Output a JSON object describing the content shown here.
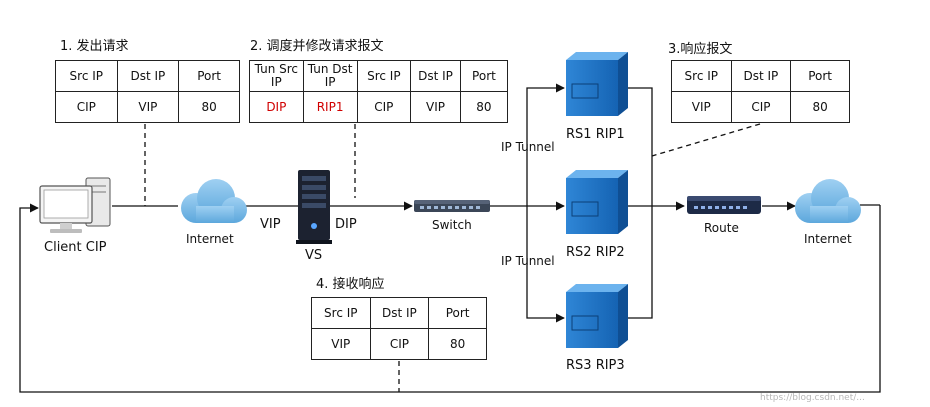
{
  "steps": {
    "s1": "1. 发出请求",
    "s2": "2. 调度并修改请求报文",
    "s3": "3.响应报文",
    "s4": "4. 接收响应"
  },
  "tables": {
    "t1": {
      "header": [
        "Src IP",
        "Dst IP",
        "Port"
      ],
      "row": [
        "CIP",
        "VIP",
        "80"
      ]
    },
    "t2": {
      "header": [
        "Tun Src IP",
        "Tun Dst IP",
        "Src IP",
        "Dst IP",
        "Port"
      ],
      "row": [
        "DIP",
        "RIP1",
        "CIP",
        "VIP",
        "80"
      ]
    },
    "t3": {
      "header": [
        "Src IP",
        "Dst IP",
        "Port"
      ],
      "row": [
        "VIP",
        "CIP",
        "80"
      ]
    },
    "t4": {
      "header": [
        "Src IP",
        "Dst IP",
        "Port"
      ],
      "row": [
        "VIP",
        "CIP",
        "80"
      ]
    }
  },
  "labels": {
    "client": "Client CIP",
    "internet_left": "Internet",
    "vip": "VIP",
    "dip": "DIP",
    "vs": "VS",
    "switch": "Switch",
    "tunnel1": "IP Tunnel",
    "tunnel2": "IP Tunnel",
    "rs1": "RS1 RIP1",
    "rs2": "RS2 RIP2",
    "rs3": "RS3 RIP3",
    "route": "Route",
    "internet_right": "Internet"
  },
  "highlight_color": "#d00000",
  "watermark": "https://blog.csdn.net/..."
}
